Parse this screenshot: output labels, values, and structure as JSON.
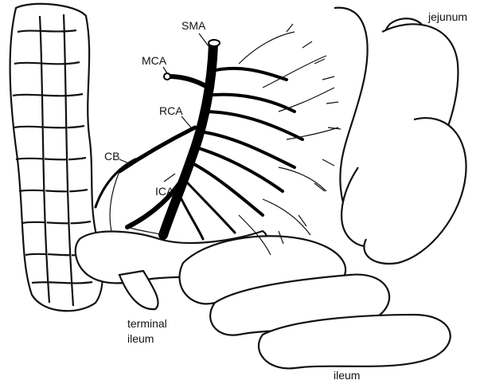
{
  "diagram": {
    "labels": {
      "sma": "SMA",
      "mca": "MCA",
      "rca": "RCA",
      "cb": "CB",
      "ica": "ICA",
      "jejunum": "jejunum",
      "terminal_ileum_line1": "terminal",
      "terminal_ileum_line2": "ileum",
      "ileum": "ileum"
    },
    "colors": {
      "ink": "#111111",
      "background": "#ffffff"
    }
  }
}
